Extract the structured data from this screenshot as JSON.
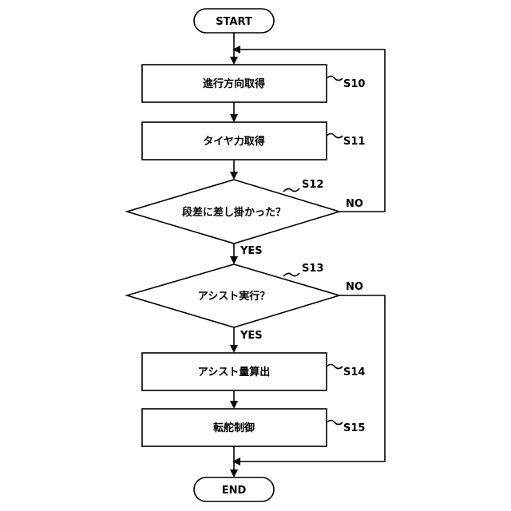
{
  "flowchart": {
    "start": "START",
    "end": "END",
    "steps": {
      "s10": {
        "label": "S10",
        "text": "進行方向取得"
      },
      "s11": {
        "label": "S11",
        "text": "タイヤ力取得"
      },
      "s12": {
        "label": "S12",
        "text": "段差に差し掛かった？"
      },
      "s13": {
        "label": "S13",
        "text": "アシスト実行？"
      },
      "s14": {
        "label": "S14",
        "text": "アシスト量算出"
      },
      "s15": {
        "label": "S15",
        "text": "転舵制御"
      }
    },
    "branches": {
      "yes": "YES",
      "no": "NO"
    }
  }
}
